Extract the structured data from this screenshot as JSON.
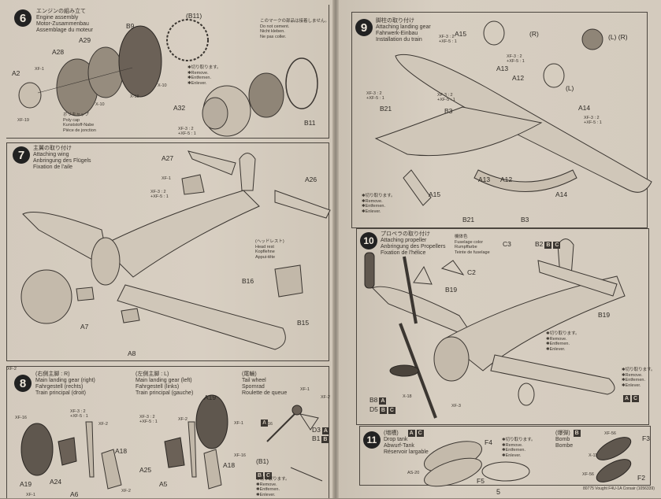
{
  "document": "Tamiya instruction sheet – Vought F4U-1A Corsair",
  "steps": [
    {
      "number": "6",
      "titles": [
        "エンジンの組み立て",
        "Engine assembly",
        "Motor-Zusammenbau",
        "Assemblage du moteur"
      ],
      "parts": [
        "A2",
        "A28",
        "A29",
        "B9",
        "A32",
        "B11",
        "(B11)"
      ],
      "paints": [
        "XF-1",
        "XF-19",
        "X-10",
        "X-10",
        "X-18",
        "XF-3 : 2",
        "+XF-5 : 1"
      ],
      "polycap": [
        "ポリキャップ",
        "Poly cap",
        "Kunststoff-Nabe",
        "Pièce de jonction"
      ],
      "remove_note": [
        "✱切り取ります。",
        "✱Remove.",
        "✱Entfernen.",
        "✱Enlever."
      ],
      "cement_note": [
        "このマークの部品は接着しません。",
        "Do not cement.",
        "Nicht kleben.",
        "Ne pas coller."
      ]
    },
    {
      "number": "7",
      "titles": [
        "主翼の取り付け",
        "Attaching wing",
        "Anbringung des Flügels",
        "Fixation de l'aile"
      ],
      "parts": [
        "A27",
        "A26",
        "A7",
        "A8",
        "B16",
        "B15"
      ],
      "paints": [
        "XF-1",
        "XF-3 : 2",
        "+XF-5 : 1"
      ],
      "headrest": [
        "(ヘッドレスト)",
        "Head rest",
        "Kopflehne",
        "Appui-tête"
      ]
    },
    {
      "number": "8",
      "groups": [
        {
          "titles": [
            "(右側主脚 : R)",
            "Main landing gear (right)",
            "Fahrgestell (rechts)",
            "Train principal (droit)"
          ]
        },
        {
          "titles": [
            "(左側主脚 : L)",
            "Main landing gear (left)",
            "Fahrgestell (links)",
            "Train principal (gauche)"
          ]
        },
        {
          "titles": [
            "(尾輪)",
            "Tail wheel",
            "Spornrad",
            "Roulette de queue"
          ]
        }
      ],
      "parts": [
        "A19",
        "A24",
        "A6",
        "A18",
        "A25",
        "A5",
        "A19",
        "A18",
        "D3",
        "B1",
        "(B1)"
      ],
      "paints": [
        "XF-16",
        "XF-3 : 2",
        "+XF-5 : 1",
        "XF-2",
        "XF-1",
        "XF-2",
        "XF-3 : 2",
        "+XF-5 : 1",
        "XF-2",
        "XF-1",
        "XF-16",
        "XF-2",
        "XF-1",
        "XF-2",
        "XF-16"
      ],
      "remove_note": [
        "✱切り取ります。",
        "✱Remove.",
        "✱Entfernen.",
        "✱Enlever."
      ],
      "badges": {
        "d3": [
          "A"
        ],
        "b1": [
          "B",
          "C"
        ],
        "b1_note": [
          "B",
          "C"
        ],
        "tail": [
          "A"
        ]
      }
    },
    {
      "number": "9",
      "titles": [
        "脚柱の取り付け",
        "Attaching landing gear",
        "Fahrwerk-Einbau",
        "Installation du train"
      ],
      "parts": [
        "A15",
        "A13",
        "A12",
        "A14",
        "B21",
        "B3",
        "(R)",
        "(L)",
        "(L) (R)"
      ],
      "paints": [
        "XF-3 : 2",
        "+XF-5 : 1"
      ],
      "remove_note": [
        "✱切り取ります。",
        "✱Remove.",
        "✱Entfernen.",
        "✱Enlever."
      ]
    },
    {
      "number": "10",
      "titles": [
        "プロペラの取り付け",
        "Attaching propeller",
        "Anbringung des Propellers",
        "Fixation de l'hélice"
      ],
      "parts": [
        "C3",
        "C2",
        "B2",
        "B19",
        "B19",
        "B8",
        "D5"
      ],
      "paints": [
        "X-18",
        "XF-3"
      ],
      "fuselage_color": [
        "機体色",
        "Fuselage color",
        "Rumpffarbe",
        "Teinte de fuselage"
      ],
      "remove_note": [
        "✱切り取ります。",
        "✱Remove.",
        "✱Entfernen.",
        "✱Enlever."
      ],
      "badges": {
        "b2": [
          "B",
          "C"
        ],
        "b8": [
          "A"
        ],
        "d5": [
          "B",
          "C"
        ],
        "b19": [
          "A",
          "C"
        ]
      }
    },
    {
      "number": "11",
      "groups": [
        {
          "titles": [
            "(増槽)",
            "Drop tank",
            "Abwurf-Tank",
            "Réservoir largable"
          ],
          "badges": [
            "A",
            "C"
          ]
        },
        {
          "titles": [
            "(爆弾)",
            "Bomb",
            "Bombe"
          ],
          "badges": [
            "B"
          ]
        }
      ],
      "parts": [
        "F4",
        "F5",
        "F3",
        "F2"
      ],
      "paints": [
        "AS-20",
        "XF-56",
        "X-11",
        "XF-56"
      ],
      "remove_note": [
        "✱切り取ります。",
        "✱Remove.",
        "✱Entfernen.",
        "✱Enlever."
      ]
    }
  ],
  "footer": {
    "page_number": "5",
    "code": "80775 Vought F4U-1A Corsair (1056339)"
  }
}
